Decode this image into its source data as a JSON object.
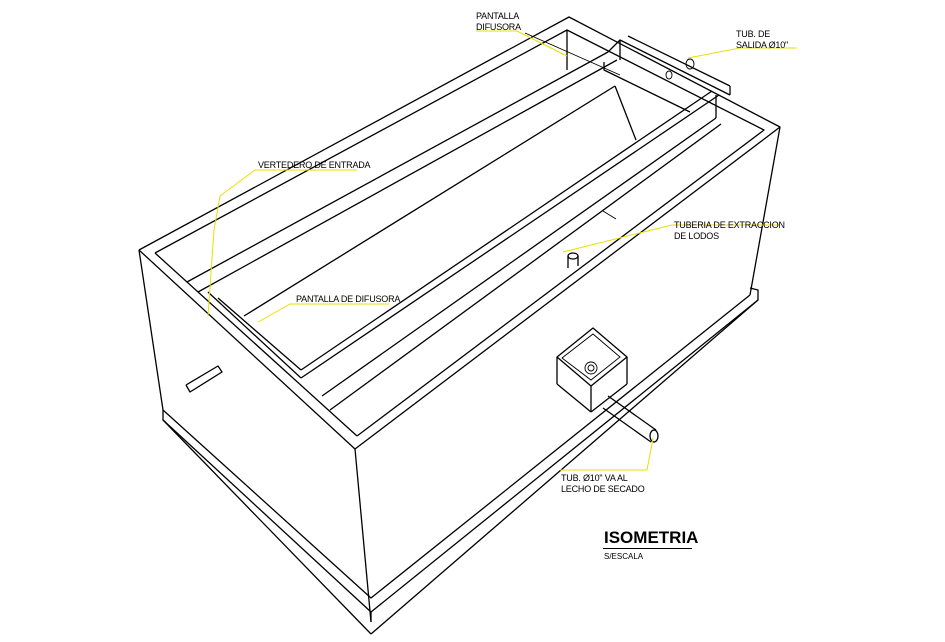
{
  "labels": {
    "pantalla_difusora_top": "PANTALLA\nDIFUSORA",
    "tub_salida": "TUB. DE\nSALIDA Ø10\"",
    "vertedero": "VERTEDERO DE ENTRADA",
    "tuberia_extraccion": "TUBERIA DE EXTRACCION\nDE LODOS",
    "pantalla_difusora_side": "PANTALLA DE DIFUSORA",
    "tub_lecho": "TUB. Ø10\" VA AL\nLECHO DE SECADO"
  },
  "title": {
    "main": "ISOMETRIA",
    "sub": "S/ESCALA"
  },
  "colors": {
    "lines": "#000000",
    "leaders": "#e8e000",
    "background": "#ffffff"
  }
}
